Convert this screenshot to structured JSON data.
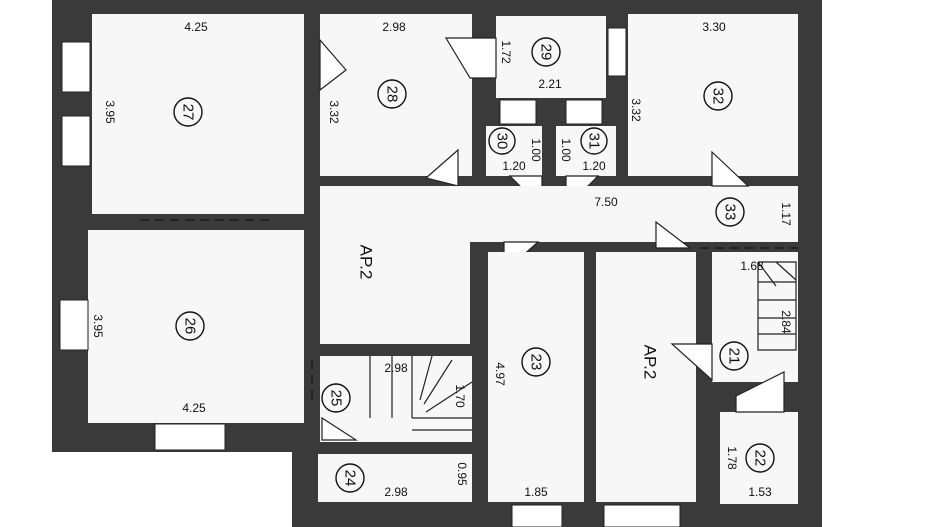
{
  "rooms": {
    "r27": {
      "number": "27",
      "width": "4.25",
      "depth": "3.95"
    },
    "r28": {
      "number": "28",
      "width": "2.98",
      "depth": "3.32"
    },
    "r29": {
      "number": "29",
      "width": "2.21",
      "depth": "1.72"
    },
    "r30": {
      "number": "30",
      "width": "1.20",
      "depth": "1.00"
    },
    "r31": {
      "number": "31",
      "width": "1.20",
      "depth": "1.00"
    },
    "r32": {
      "number": "32",
      "width": "3.30",
      "depth": "3.32"
    },
    "r33": {
      "number": "33",
      "length": "7.50",
      "depth": "1.17"
    },
    "r26": {
      "number": "26",
      "width": "4.25",
      "depth": "3.95"
    },
    "r25": {
      "number": "25",
      "width": "2.98",
      "depth": "1.70"
    },
    "r24": {
      "number": "24",
      "width": "2.98",
      "depth": "0.95"
    },
    "r23": {
      "number": "23",
      "width": "1.85",
      "depth": "4.97"
    },
    "r21": {
      "number": "21",
      "width": "1.68",
      "depth": "2.84"
    },
    "r22": {
      "number": "22",
      "width": "1.53",
      "depth": "1.78"
    }
  },
  "ap_labels": {
    "left": "AP.2",
    "right": "AP.2"
  },
  "colors": {
    "wall": "#3a3a3a",
    "room": "#f7f7f7",
    "line": "#222222"
  }
}
